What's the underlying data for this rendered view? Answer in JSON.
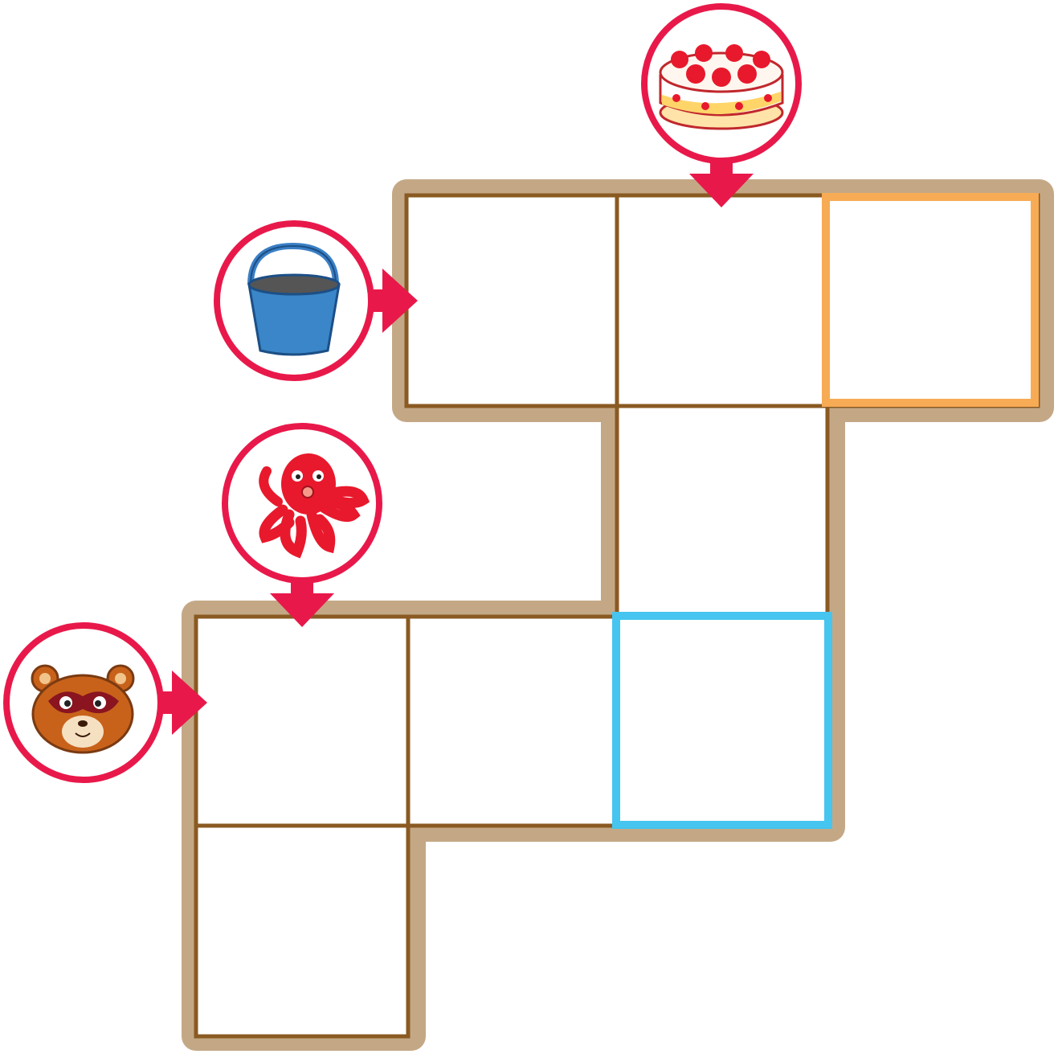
{
  "puzzle": {
    "clues": [
      {
        "id": "cake",
        "icon": "strawberry-cake-icon",
        "arrow": "down"
      },
      {
        "id": "bucket",
        "icon": "blue-bucket-icon",
        "arrow": "right"
      },
      {
        "id": "octopus",
        "icon": "red-octopus-icon",
        "arrow": "down"
      },
      {
        "id": "tanuki",
        "icon": "tanuki-face-icon",
        "arrow": "right"
      }
    ],
    "cells": [
      {
        "id": "r1c1",
        "state": "empty"
      },
      {
        "id": "r1c2",
        "state": "empty"
      },
      {
        "id": "r1c3",
        "state": "highlighted-orange"
      },
      {
        "id": "r2c2",
        "state": "empty"
      },
      {
        "id": "r3c0",
        "state": "empty"
      },
      {
        "id": "r3c1",
        "state": "empty"
      },
      {
        "id": "r3c2",
        "state": "highlighted-blue"
      },
      {
        "id": "r4c0",
        "state": "empty"
      }
    ],
    "colors": {
      "board_shadow": "#c4a886",
      "grid_line": "#8a5a22",
      "clue_ring": "#e8194a",
      "arrow": "#e8194a",
      "highlight_orange": "#f7ab55",
      "highlight_blue": "#45c5ef"
    }
  }
}
